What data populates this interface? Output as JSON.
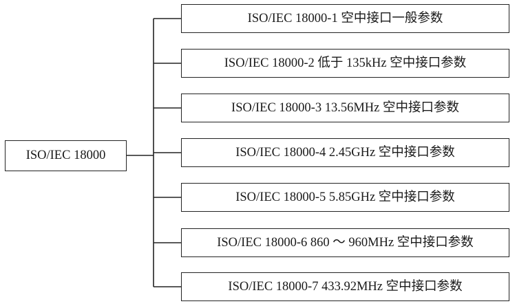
{
  "root": {
    "label": "ISO/IEC 18000"
  },
  "children": [
    {
      "label": "ISO/IEC 18000-1 空中接口一般参数"
    },
    {
      "label": "ISO/IEC 18000-2 低于 135kHz 空中接口参数"
    },
    {
      "label": "ISO/IEC 18000-3 13.56MHz 空中接口参数"
    },
    {
      "label": "ISO/IEC 18000-4 2.45GHz 空中接口参数"
    },
    {
      "label": "ISO/IEC 18000-5 5.85GHz 空中接口参数"
    },
    {
      "label": "ISO/IEC 18000-6 860 ～ 960MHz 空中接口参数"
    },
    {
      "label": "ISO/IEC 18000-7 433.92MHz 空中接口参数"
    }
  ]
}
